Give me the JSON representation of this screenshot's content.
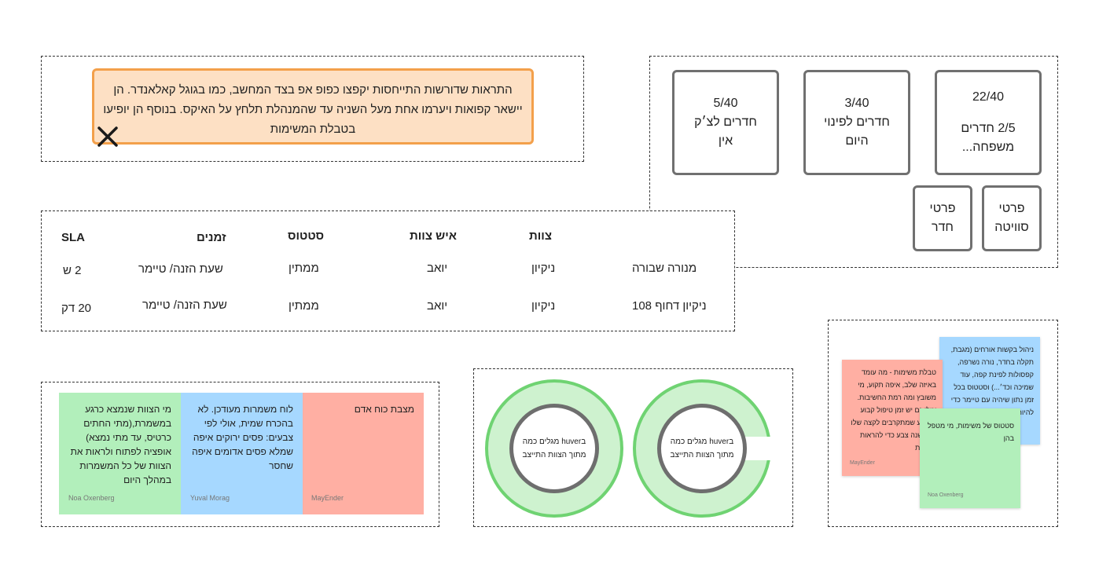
{
  "notification": {
    "text": "התראות שדורשות התייחסות יקפצו כפופ אפ בצד המחשב, כמו בגוגל קאלאנדר. הן יישאר קפואות ויערמו אחת מעל השניה עד שהמנהלת תלחץ על האיקס. בנוסף הן יופיעו בטבלת המשימות",
    "close_icon": "close-x-icon"
  },
  "rooms": {
    "family": {
      "count": "22/40",
      "label": "2/5 חדרים משפחה..."
    },
    "departing": {
      "count": "3/40",
      "label": "חדרים לפינוי היום"
    },
    "checkin": {
      "count": "5/40",
      "label": "חדרים לצ׳ק אין"
    },
    "suite_details": "פרטי סוויטה",
    "room_details": "פרטי חדר"
  },
  "tasks_table": {
    "headers": {
      "team": "צוות",
      "staff": "איש צוות",
      "status": "סטטוס",
      "times": "זמנים",
      "sla": "SLA"
    },
    "rows": [
      {
        "task": "מנורה שבורה",
        "team": "ניקיון",
        "staff": "יואב",
        "status": "ממתין",
        "times": "שעת הזנה/ טיימר",
        "sla": "2 ש"
      },
      {
        "task": "ניקיון דחוף 108",
        "team": "ניקיון",
        "staff": "יואב",
        "status": "ממתין",
        "times": "שעת הזנה/ טיימר",
        "sla": "20 דק"
      }
    ]
  },
  "workforce": {
    "red": {
      "text": "מצבת כוח אדם",
      "author": "MayEnder"
    },
    "blue": {
      "text": "לוח משמרות מעודכן. לא בהכרח שמית, אולי לפי צבעים: פסים ירוקים איפה שמלא פסים אדומים איפה שחסר",
      "author": "Yuval Morag"
    },
    "green": {
      "text": "מי הצוות שנמצא כרגע במשמרת,(מתי החתים כרטיס, עד מתי נמצא) אופציה לפתוח ולראות את הצוות של כל המשמרות במהלך היום",
      "author": "Noa Oxenberg"
    }
  },
  "circles": {
    "left": {
      "text": "בhuver מגלים כמה מתוך הצוות התייצב"
    },
    "right": {
      "text": "בhuver מגלים כמה מתוך הצוות התייצב"
    }
  },
  "requests": {
    "blue": {
      "text": "ניהול בקשות אורחים (מגבת, תקלה בחדר, נורה נשרפה, קפסולות לפינת קפה, עוד שמיכה וכד׳...) וסטטוס בכל זמן נתון שיהיה עם טיימר כדי להיות בבק"
    },
    "red": {
      "text": "טבלת משימות - מה עומד באיזה שלב, איפה תקוע, מי משובץ ומה רמת החשיבות. אולי גם יש זמן טיפול קבוע שכרגע שמתקרבים לקצה שלו זה משנה צבע כדי להראות דחיפות",
      "author": "MayEnder"
    },
    "green": {
      "text": "סטטוס של משימות, מי מטפל בהן",
      "author": "Noa Oxenberg"
    }
  },
  "colors": {
    "sticky_red": "#ffafa3",
    "sticky_blue": "#a6d8ff",
    "sticky_green": "#b2efbb",
    "notif_fill": "#fde0c4",
    "notif_border": "#f3a04b",
    "ring_fill": "#cef2cf",
    "ring_border": "#6fd372"
  }
}
